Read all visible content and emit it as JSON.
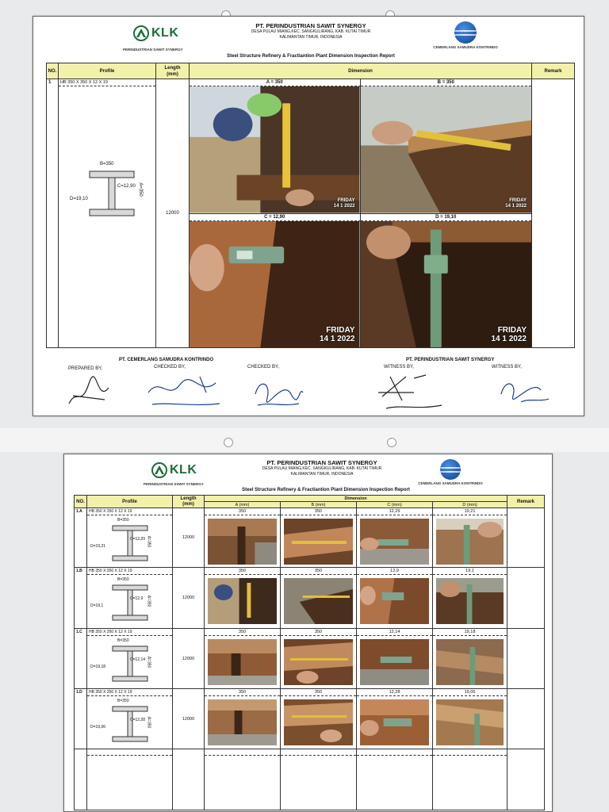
{
  "header": {
    "company": "PT. PERINDUSTRIAN SAWIT SYNERGY",
    "address_line1": "DESA PULAU MIANG,KEC. SANGKULIRANG, KAB. KUTAI TIMUR",
    "address_line2": "KALIMANTAN TIMUR, INDONESIA",
    "report_title": "Steel Structure Refinery & Fractiantion Plant Dimension Inspection Report",
    "left_logo_text": "KLK",
    "left_logo_sub": "PERINDUSTRIAN SAWIT SYNERGY",
    "right_logo_sub": "CEMERLANG SAMUDRA KONTRINDO",
    "header_address2_p2": "KALIMANTAN TIMUR, INDONESIA"
  },
  "colors": {
    "header_fill": "#f2f1a9",
    "klk_green": "#1b6e35",
    "globe_blue": "#1a5fbf"
  },
  "page1": {
    "columns": {
      "no": "NO.",
      "profile": "Profile",
      "length": "Length\n(mm)",
      "dimension": "Dimension",
      "remark": "Remark"
    },
    "row": {
      "no": "1",
      "profile": "HB 350 X 350 X 12 X 19",
      "length": "12000",
      "sketch": {
        "b": "B=350",
        "c": "C=12,90",
        "a": "A=350",
        "d": "D=19,10"
      },
      "labels": {
        "a": "A = 350",
        "b": "B = 350",
        "c": "C = 12,90",
        "d": "D = 19,10"
      },
      "stamp_day": "FRIDAY",
      "stamp_date": "14 1 2022"
    },
    "signatures": {
      "left_company": "PT. CEMERLANG SAMUDRA KONTRINDO",
      "right_company": "PT. PERINDUSTRIAN SAWIT SYNERGY",
      "prepared_by": "PREPARED BY,",
      "checked_by_1": "CHECKED BY,",
      "checked_by_2": "CHECKED BY,",
      "witness_by_1": "WITNESS BY,",
      "witness_by_2": "WITNESS BY,"
    }
  },
  "page2": {
    "columns": {
      "no": "NO.",
      "profile": "Profile",
      "length": "Length\n(mm)",
      "dimension": "Dimension",
      "a": "A (mm)",
      "b": "B (mm)",
      "c": "C (mm)",
      "d": "D (mm)",
      "remark": "Remark"
    },
    "rows": [
      {
        "no": "1.A",
        "profile": "HB 350 X 350 X 12 X 19",
        "length": "12000",
        "a": "350",
        "b": "350",
        "c": "12,29",
        "d": "19,21",
        "sketch": {
          "b": "B=350",
          "c": "C=12,29",
          "a": "A=350",
          "d": "D=19,21"
        }
      },
      {
        "no": "1.B",
        "profile": "HB 350 X 350 X 12 X 19",
        "length": "12000",
        "a": "350",
        "b": "350",
        "c": "12,9",
        "d": "19,1",
        "sketch": {
          "b": "B=350",
          "c": "C=12,9",
          "a": "A=350",
          "d": "D=19,1"
        }
      },
      {
        "no": "1.C",
        "profile": "HB 350 X 350 X 12 X 19",
        "length": "12000",
        "a": "350",
        "b": "350",
        "c": "12,14",
        "d": "19,18",
        "sketch": {
          "b": "B=350",
          "c": "C=12,14",
          "a": "A=350",
          "d": "D=19,18"
        }
      },
      {
        "no": "1.D",
        "profile": "HB 350 X 350 X 12 X 19",
        "length": "12000",
        "a": "350",
        "b": "350",
        "c": "12,28",
        "d": "19,06",
        "sketch": {
          "b": "B=350",
          "c": "C=12,28",
          "a": "A=350",
          "d": "D=19,06"
        }
      }
    ]
  }
}
